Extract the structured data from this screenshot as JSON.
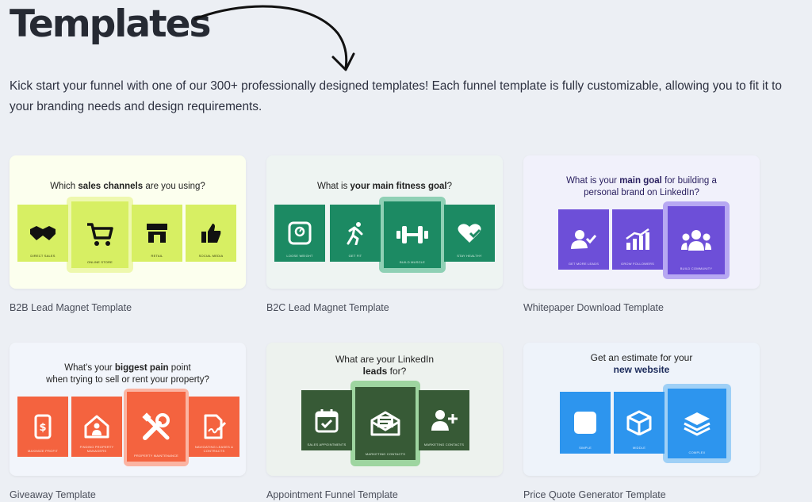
{
  "header": {
    "title": "Templates",
    "intro": "Kick start your funnel with one of our 300+ professionally designed templates! Each funnel template is fully customizable, allowing you to fit it to your branding needs and design requirements."
  },
  "colors": {
    "background": "#eceff4",
    "lime": "#d7ef63",
    "green": "#1c8a63",
    "purple": "#6d4fd8",
    "orange": "#f4633f",
    "forest": "#375a36",
    "blue": "#2d95ee"
  },
  "cards": [
    {
      "label": "B2B Lead Magnet  Template",
      "question_pre": "Which ",
      "question_bold": "sales channels",
      "question_post": " are you using?",
      "options": [
        "DIRECT SALES",
        "ONLINE STORE",
        "RETAIL",
        "SOCIAL MEDIA"
      ],
      "icons": [
        "handshake-icon",
        "cart-icon",
        "store-icon",
        "thumbs-up-icon"
      ]
    },
    {
      "label": "B2C Lead Magnet  Template",
      "question_pre": "What is ",
      "question_bold": "your main fitness goal",
      "question_post": "?",
      "options": [
        "LOOSE WEIGHT",
        "GET FIT",
        "BUILD MUSCLE",
        "STAY HEALTHY"
      ],
      "icons": [
        "scale-icon",
        "running-icon",
        "dumbbell-icon",
        "heart-check-icon"
      ]
    },
    {
      "label": "Whitepaper Download  Template",
      "question_pre": "What is your ",
      "question_bold": "main goal",
      "question_post": " for building a",
      "question_line2": "personal brand on LinkedIn?",
      "options": [
        "GET MORE LEADS",
        "GROW FOLLOWERS",
        "BUILD COMMUNITY"
      ],
      "icons": [
        "user-check-icon",
        "chart-up-icon",
        "community-icon"
      ]
    },
    {
      "label": "Giveaway  Template",
      "question_pre": "What's your ",
      "question_bold": "biggest pain",
      "question_post": " point",
      "question_line2": "when trying to sell or rent your property?",
      "options": [
        "MAXIMIZE PROFIT",
        "FINDING PROPERTY MANAGERS",
        "PROPERTY MAINTENANCE",
        "NAVIGATING LEASES & CONTRACTS"
      ],
      "icons": [
        "money-icon",
        "house-person-icon",
        "tools-icon",
        "contract-icon"
      ]
    },
    {
      "label": "Appointment Funnel  Template",
      "question_pre": "What are your LinkedIn",
      "question_line2_bold": "leads",
      "question_line2_post": " for?",
      "options": [
        "SALES APPOINTMENTS",
        "MARKETING CONTACTS",
        "MARKETING CONTACTS"
      ],
      "icons": [
        "calendar-check-icon",
        "envelope-icon",
        "user-plus-icon"
      ]
    },
    {
      "label": "Price Quote Generator  Template",
      "question_pre": "Get an estimate for your",
      "question_line2_bold": "new website",
      "options": [
        "SIMPLE",
        "MIDDLE",
        "COMPLEX"
      ],
      "icons": [
        "square-icon",
        "cube-icon",
        "layers-icon"
      ]
    }
  ]
}
